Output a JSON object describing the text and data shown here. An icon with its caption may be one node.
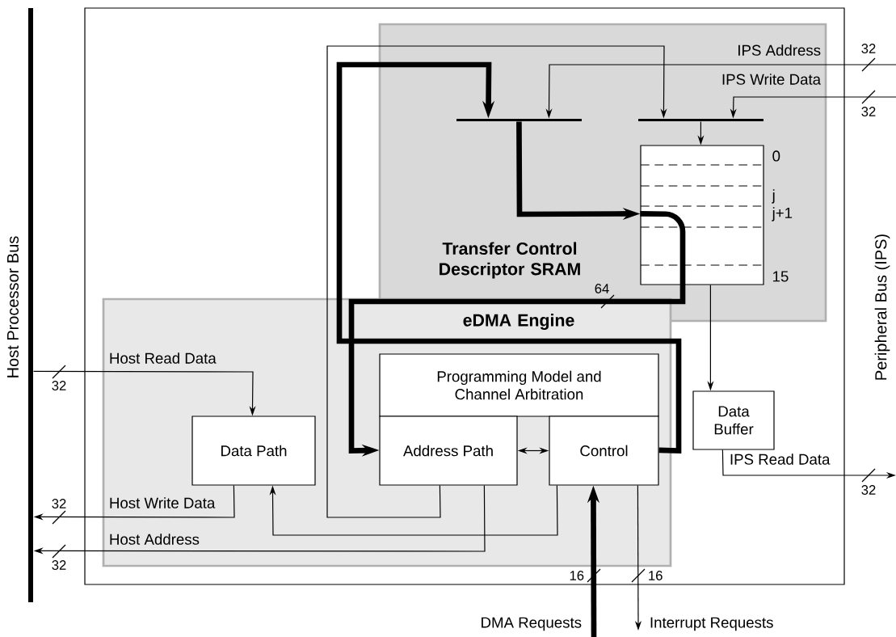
{
  "diagram": {
    "nodes": [
      {
        "text": [],
        "shape": "box"
      },
      {
        "text": [
          "Transfer Control Descriptor SRAM"
        ],
        "in": 0
      },
      {
        "text": [],
        "shape": "bar",
        "in": 1
      },
      {
        "text": [],
        "shape": "bar",
        "in": 1
      },
      {
        "text": [],
        "shape": "box",
        "in": 1,
        "beside": [
          "0",
          "j",
          "j+1",
          "15"
        ]
      },
      {
        "text": [
          "eDMA Engine"
        ],
        "in": 0
      },
      {
        "text": [
          "Programming Model and Channel Arbitration"
        ],
        "in": 5
      },
      {
        "text": [
          "Data Path"
        ],
        "in": 5
      },
      {
        "text": [
          "Address Path"
        ],
        "in": 5
      },
      {
        "text": [
          "Control"
        ],
        "in": 5
      },
      {
        "text": [
          "Data Buffer"
        ],
        "in": 0
      },
      {
        "text": [
          "Host Processor Bus"
        ]
      }
    ],
    "edges": [
      {
        "from": null,
        "to": 2,
        "arrow": "to",
        "label": "IPS Address"
      },
      {
        "from": null,
        "to": 3,
        "arrow": "to",
        "label": "IPS Write Data"
      },
      {
        "from": 8,
        "to": 3,
        "arrow": "to"
      },
      {
        "from": 9,
        "to": 2,
        "arrow": "to",
        "style": "thick"
      },
      {
        "from": 2,
        "to": 4,
        "arrow": "to",
        "style": "thick"
      },
      {
        "from": 3,
        "to": 4,
        "arrow": "to"
      },
      {
        "from": 4,
        "to": 8,
        "arrow": "to",
        "style": "thick"
      },
      {
        "from": 4,
        "to": 10,
        "arrow": "to"
      },
      {
        "from": 11,
        "to": 7,
        "arrow": "to",
        "label": "Host Read Data"
      },
      {
        "from": 7,
        "to": 11,
        "arrow": "to",
        "label": "Host Write Data"
      },
      {
        "from": 8,
        "to": 11,
        "arrow": "to",
        "label": "Host Address"
      },
      {
        "from": 9,
        "to": 7,
        "arrow": "to"
      },
      {
        "from": 8,
        "to": 9,
        "arrow": "both"
      },
      {
        "from": 10,
        "to": null,
        "arrow": "to",
        "label": "IPS Read Data"
      },
      {
        "from": null,
        "to": 9,
        "arrow": "to",
        "style": "thick",
        "label": "DMA Requests"
      },
      {
        "from": 9,
        "to": null,
        "arrow": "to",
        "label": "Interrupt Requests"
      }
    ],
    "labels": [
      "32",
      "32",
      "64",
      "32",
      "32",
      "Peripheral Bus (IPS)",
      "32",
      "32",
      "16",
      "16"
    ]
  }
}
